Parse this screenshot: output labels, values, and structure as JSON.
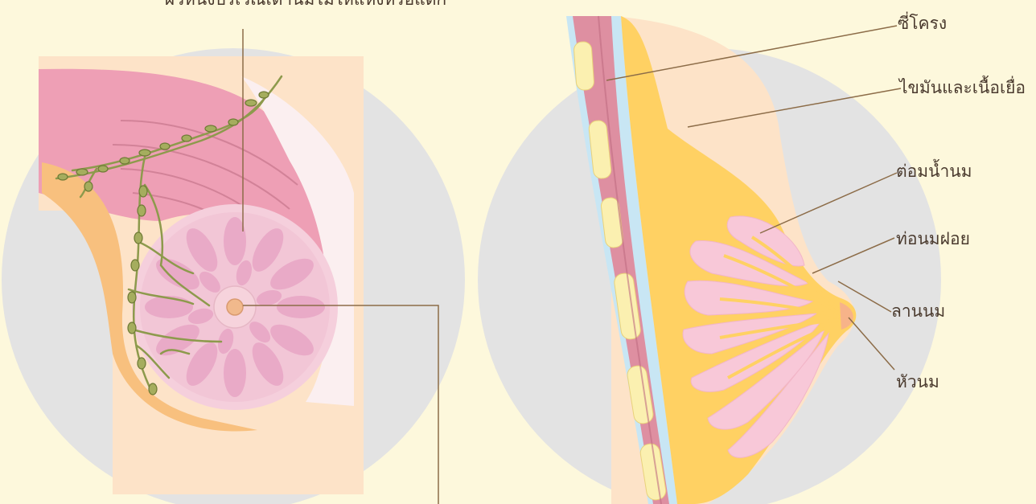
{
  "diagram": {
    "left_panel": {
      "top_label": "ผิวหนังบริเวณเต้านมไม่ให้แห้งหรือแตก"
    },
    "right_panel": {
      "labels": {
        "ribs": "ซี่โครง",
        "fat_tissue": "ไขมันและเนื้อเยื่อ",
        "milk_glands": "ต่อมน้ำนม",
        "milk_ducts": "ท่อนมฝอย",
        "areola": "ลานนม",
        "nipple": "หัวนม"
      }
    },
    "colors": {
      "background": "#fdf8dc",
      "circle": "#e3e3e3",
      "skin": "#fde3c8",
      "muscle": "#ee9fb5",
      "fat": "#ffd163",
      "gland": "#f8c8d8",
      "lymph": "#8d9a4c",
      "leader": "#8c6c48"
    }
  }
}
